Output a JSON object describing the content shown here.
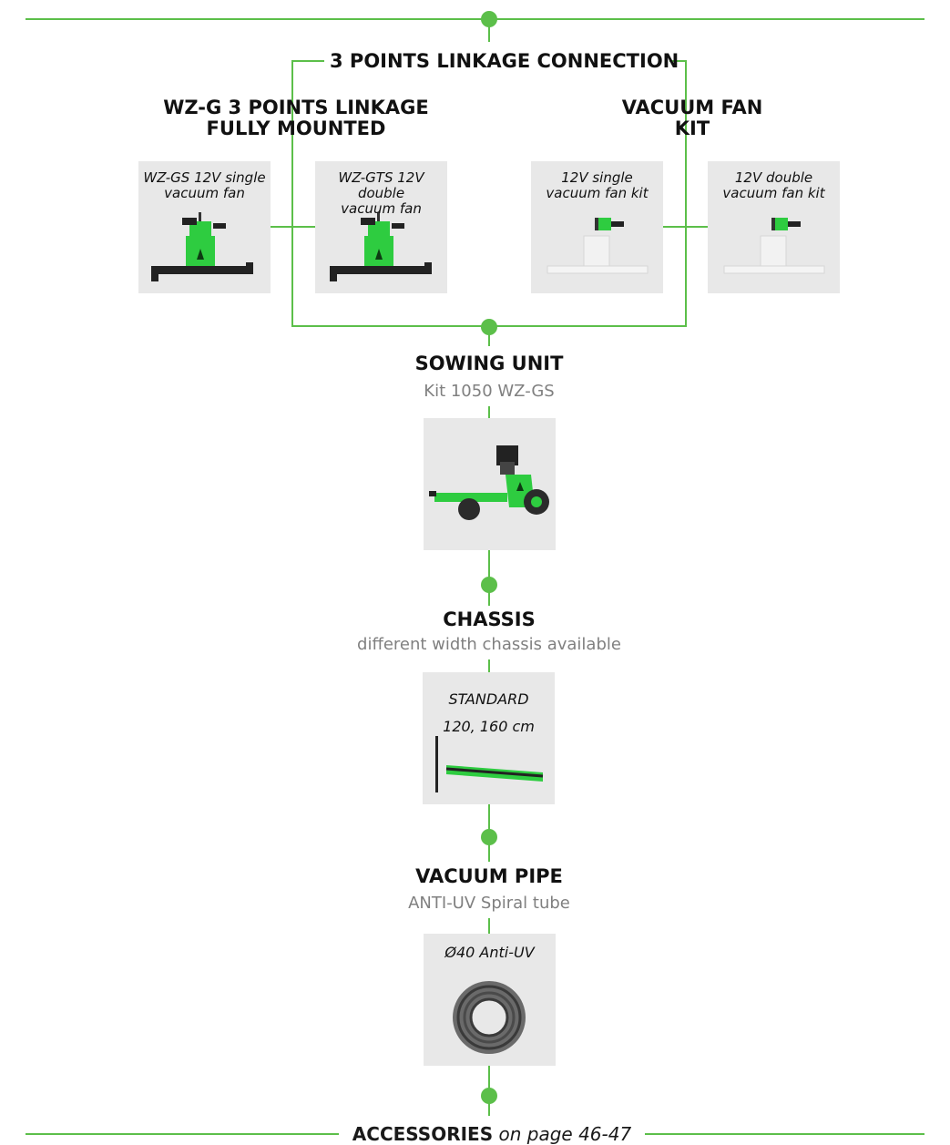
{
  "top_section": {
    "connection_label": "3 POINTS LINKAGE CONNECTION",
    "left_group": {
      "title_line1": "WZ-G 3 POINTS LINKAGE",
      "title_line2": "FULLY MOUNTED",
      "cards": [
        {
          "line1": "WZ-GS 12V single",
          "line2": "vacuum fan"
        },
        {
          "line1": "WZ-GTS 12V double",
          "line2": "vacuum fan"
        }
      ]
    },
    "right_group": {
      "title_line1": "VACUUM FAN",
      "title_line2": "KIT",
      "cards": [
        {
          "line1": "12V single",
          "line2": "vacuum fan kit"
        },
        {
          "line1": "12V double",
          "line2": "vacuum fan kit"
        }
      ]
    }
  },
  "sowing_unit": {
    "title": "SOWING UNIT",
    "subtitle": "Kit 1050 WZ-GS"
  },
  "chassis": {
    "title": "CHASSIS",
    "subtitle": "different width chassis available",
    "card_line1": "STANDARD",
    "card_line2": "120, 160 cm"
  },
  "vacuum_pipe": {
    "title": "VACUUM PIPE",
    "subtitle": "ANTI-UV Spiral tube",
    "card_line1": "Ø40 Anti-UV"
  },
  "accessories": {
    "label": "ACCESSORIES",
    "page_ref": "on page 46-47"
  },
  "colors": {
    "accent": "#5cbf4a",
    "card_bg": "#e8e8e8",
    "machine_green": "#2ecc40"
  }
}
